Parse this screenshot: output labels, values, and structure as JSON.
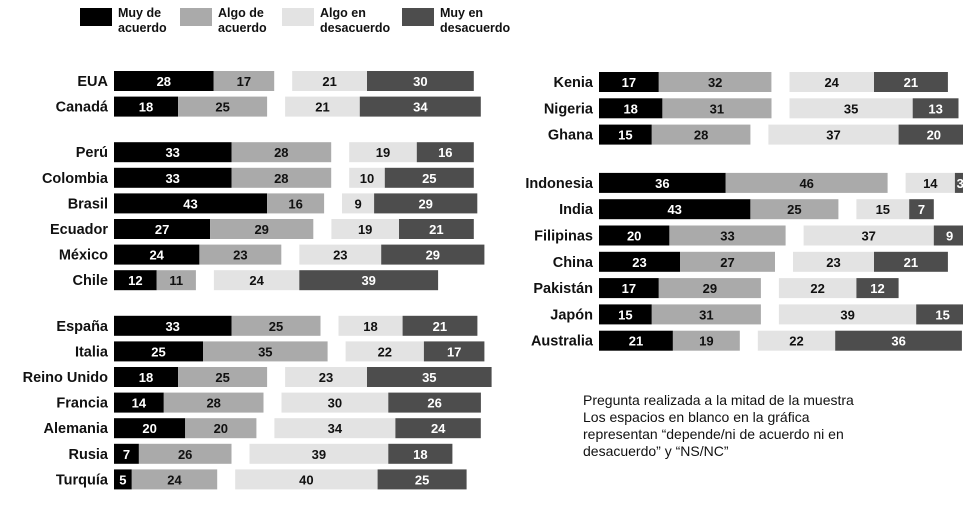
{
  "legend": [
    {
      "label_1": "Muy de",
      "label_2": "acuerdo",
      "color": "#000000"
    },
    {
      "label_1": "Algo de",
      "label_2": "acuerdo",
      "color": "#aaaaaa"
    },
    {
      "label_1": "Algo en",
      "label_2": "desacuerdo",
      "color": "#e3e3e3"
    },
    {
      "label_1": "Muy en",
      "label_2": "desacuerdo",
      "color": "#4d4d4d"
    }
  ],
  "note": {
    "line1": "Pregunta realizada a la mitad de la muestra",
    "line2": "Los espacios en blanco en la gráfica",
    "line3": "representan “depende/ni de acuerdo ni en",
    "line4": "desacuerdo” y “NS/NC”"
  },
  "chart_data": {
    "type": "bar",
    "stacked": true,
    "orientation": "horizontal",
    "series": [
      {
        "name": "Muy de acuerdo",
        "color": "#000000"
      },
      {
        "name": "Algo de acuerdo",
        "color": "#aaaaaa"
      },
      {
        "name": "Algo en desacuerdo",
        "color": "#e3e3e3"
      },
      {
        "name": "Muy en desacuerdo",
        "color": "#4d4d4d"
      }
    ],
    "panels": [
      {
        "groups": [
          [
            {
              "country": "EUA",
              "values": [
                28,
                17,
                21,
                30
              ]
            },
            {
              "country": "Canadá",
              "values": [
                18,
                25,
                21,
                34
              ]
            }
          ],
          [
            {
              "country": "Perú",
              "values": [
                33,
                28,
                19,
                16
              ]
            },
            {
              "country": "Colombia",
              "values": [
                33,
                28,
                10,
                25
              ]
            },
            {
              "country": "Brasil",
              "values": [
                43,
                16,
                9,
                29
              ]
            },
            {
              "country": "Ecuador",
              "values": [
                27,
                29,
                19,
                21
              ]
            },
            {
              "country": "México",
              "values": [
                24,
                23,
                23,
                29
              ]
            },
            {
              "country": "Chile",
              "values": [
                12,
                11,
                24,
                39
              ]
            }
          ],
          [
            {
              "country": "España",
              "values": [
                33,
                25,
                18,
                21
              ]
            },
            {
              "country": "Italia",
              "values": [
                25,
                35,
                22,
                17
              ]
            },
            {
              "country": "Reino Unido",
              "values": [
                18,
                25,
                23,
                35
              ]
            },
            {
              "country": "Francia",
              "values": [
                14,
                28,
                30,
                26
              ]
            },
            {
              "country": "Alemania",
              "values": [
                20,
                20,
                34,
                24
              ]
            },
            {
              "country": "Rusia",
              "values": [
                7,
                26,
                39,
                18
              ]
            },
            {
              "country": "Turquía",
              "values": [
                5,
                24,
                40,
                25
              ]
            }
          ]
        ]
      },
      {
        "groups": [
          [
            {
              "country": "Kenia",
              "values": [
                17,
                32,
                24,
                21
              ]
            },
            {
              "country": "Nigeria",
              "values": [
                18,
                31,
                35,
                13
              ]
            },
            {
              "country": "Ghana",
              "values": [
                15,
                28,
                37,
                20
              ]
            }
          ],
          [
            {
              "country": "Indonesia",
              "values": [
                36,
                46,
                14,
                3
              ]
            },
            {
              "country": "India",
              "values": [
                43,
                25,
                15,
                7
              ]
            },
            {
              "country": "Filipinas",
              "values": [
                20,
                33,
                37,
                9
              ]
            },
            {
              "country": "China",
              "values": [
                23,
                27,
                23,
                21
              ]
            },
            {
              "country": "Pakistán",
              "values": [
                17,
                29,
                22,
                12
              ]
            },
            {
              "country": "Japón",
              "values": [
                15,
                31,
                39,
                15
              ]
            },
            {
              "country": "Australia",
              "values": [
                21,
                19,
                22,
                36
              ]
            }
          ]
        ]
      }
    ]
  }
}
